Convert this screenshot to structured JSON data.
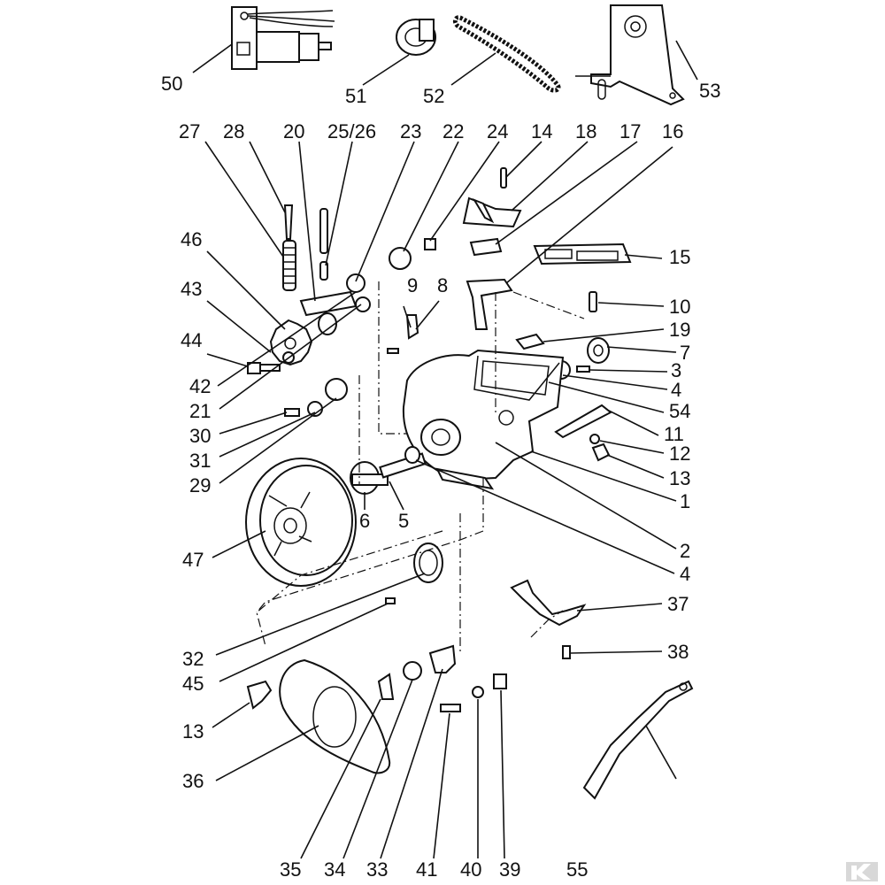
{
  "labels": {
    "p1": "1",
    "p2": "2",
    "p3": "3",
    "p4a": "4",
    "p4b": "4",
    "p5": "5",
    "p6": "6",
    "p7": "7",
    "p8": "8",
    "p9": "9",
    "p10": "10",
    "p11": "11",
    "p12": "12",
    "p13a": "13",
    "p13b": "13",
    "p14": "14",
    "p15": "15",
    "p16": "16",
    "p17": "17",
    "p18": "18",
    "p19": "19",
    "p20": "20",
    "p21": "21",
    "p22": "22",
    "p23": "23",
    "p24": "24",
    "p2526": "25/26",
    "p27": "27",
    "p28": "28",
    "p29": "29",
    "p30": "30",
    "p31": "31",
    "p32": "32",
    "p33": "33",
    "p34": "34",
    "p35": "35",
    "p36": "36",
    "p37": "37",
    "p38": "38",
    "p39": "39",
    "p40": "40",
    "p41": "41",
    "p42": "42",
    "p43": "43",
    "p44": "44",
    "p45": "45",
    "p46": "46",
    "p47": "47",
    "p50": "50",
    "p51": "51",
    "p52": "52",
    "p53": "53",
    "p54": "54",
    "p55": "55"
  },
  "colors": {
    "line": "#111111",
    "background": "#ffffff",
    "watermark": "#d8d8d8"
  }
}
